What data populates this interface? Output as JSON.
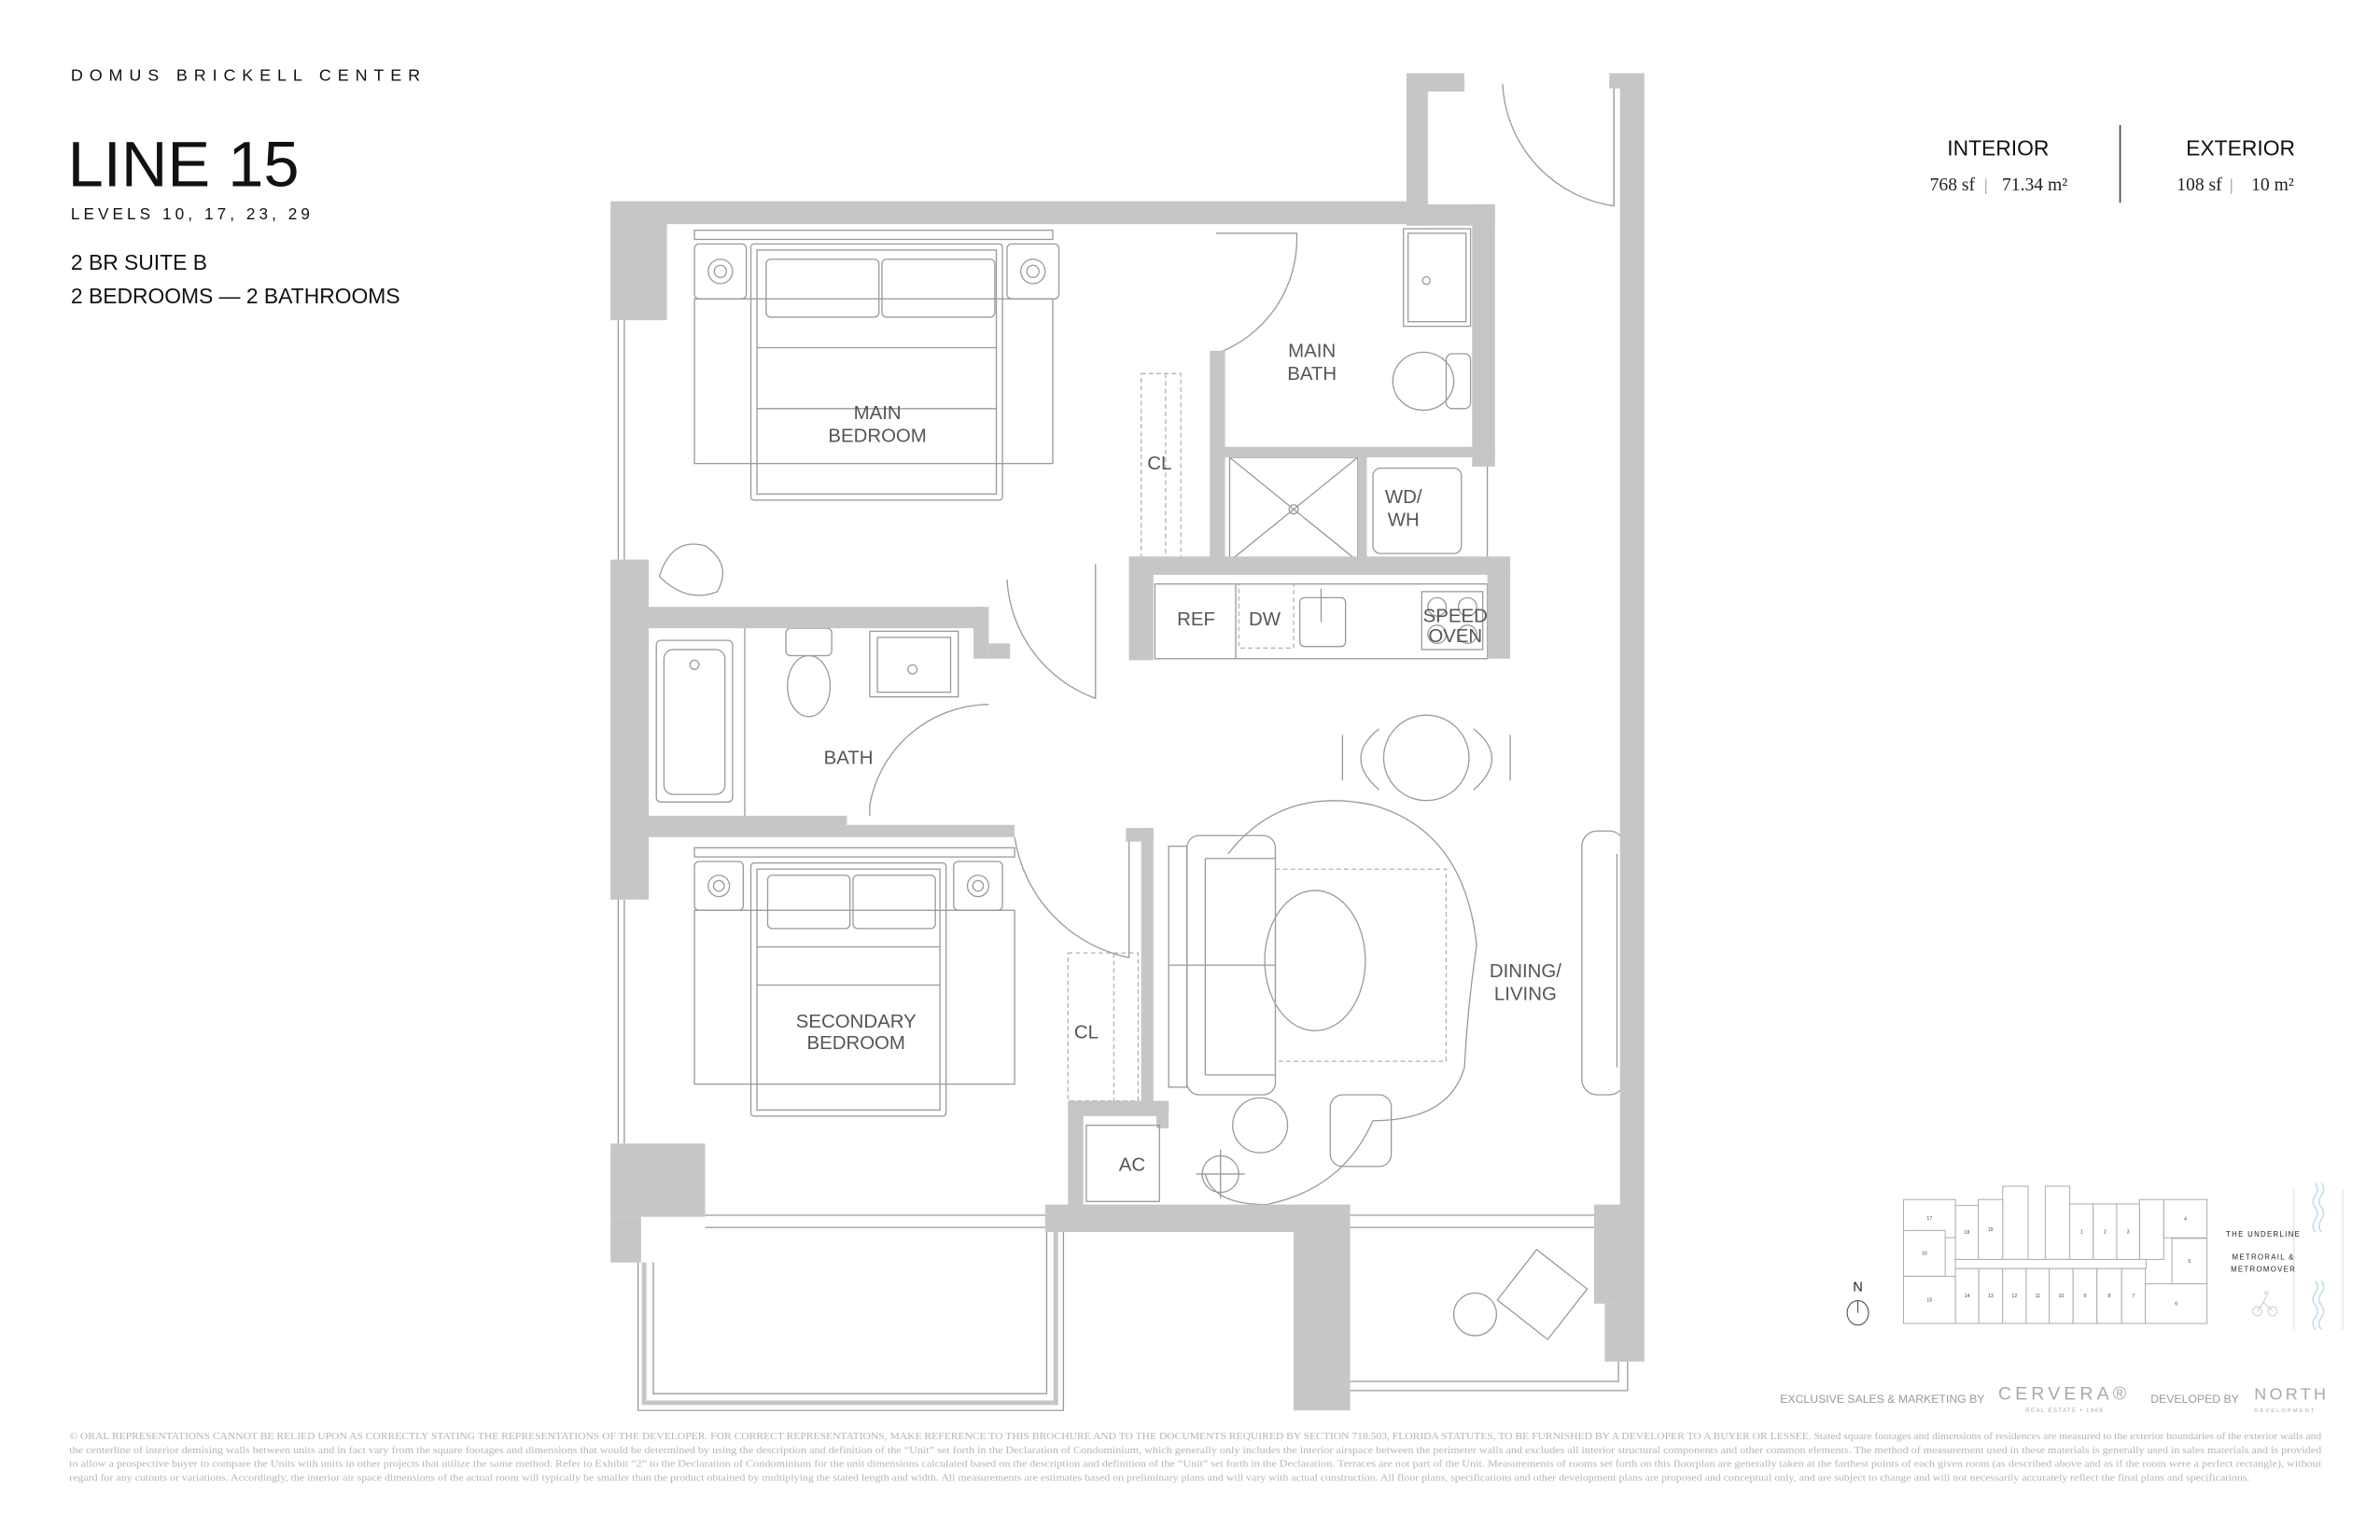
{
  "header": {
    "project": "DOMUS BRICKELL CENTER",
    "line_title": "LINE 15",
    "levels": "LEVELS 10, 17, 23, 29",
    "suite": "2 BR SUITE B",
    "rooms_summary": "2 BEDROOMS — 2 BATHROOMS"
  },
  "areas": {
    "interior": {
      "label": "INTERIOR",
      "sf": "768 sf",
      "sep": "|",
      "m2": "71.34 m²"
    },
    "exterior": {
      "label": "EXTERIOR",
      "sf": "108 sf",
      "sep": "|",
      "m2": "10 m²"
    }
  },
  "rooms": {
    "main_bedroom": [
      "MAIN",
      "BEDROOM"
    ],
    "main_bath": [
      "MAIN",
      "BATH"
    ],
    "closet_1": "CL",
    "wd_wh": [
      "WD/",
      "WH"
    ],
    "ref": "REF",
    "dw": "DW",
    "speed_oven": [
      "SPEED",
      "OVEN"
    ],
    "bath": "BATH",
    "dining_living": [
      "DINING/",
      "LIVING"
    ],
    "secondary_bedroom": [
      "SECONDARY",
      "BEDROOM"
    ],
    "closet_2": "CL",
    "ac": "AC"
  },
  "keyplan": {
    "north": "N",
    "highlight_color": "#f6e1dc",
    "highlight_unit": "15",
    "units": [
      "17",
      "18",
      "19",
      "1",
      "2",
      "3",
      "4",
      "16",
      "5",
      "15",
      "14",
      "13",
      "12",
      "11",
      "10",
      "9",
      "8",
      "7",
      "6"
    ],
    "underline": "THE UNDERLINE",
    "metro_1": "METRORAIL &",
    "metro_2": "METROMOVER",
    "bike_icon": "bicycle-icon",
    "water_icon": "wave-icon"
  },
  "credits": {
    "sales_label": "EXCLUSIVE SALES & MARKETING BY",
    "sales_logo": "CERVERA®",
    "sales_logo_sub": "REAL ESTATE • 1969",
    "dev_label": "DEVELOPED BY",
    "dev_logo": "NORTH",
    "dev_logo_sub": "DEVELOPMENT"
  },
  "disclaimer": [
    "© ORAL REPRESENTATIONS CANNOT BE RELIED UPON AS CORRECTLY STATING THE REPRESENTATIONS OF THE DEVELOPER. FOR CORRECT REPRESENTATIONS, MAKE REFERENCE TO THIS BROCHURE AND TO THE DOCUMENTS REQUIRED BY SECTION 718.503, FLORIDA STATUTES, TO BE FURNISHED BY A DEVELOPER TO A BUYER OR LESSEE. Stated square footages and dimensions of residences are measured to the exterior boundaries of the exterior walls and",
    "the centerline of interior demising walls between units and in fact vary from the square footages and dimensions that would be determined by using the description and definition of the “Unit” set forth in the Declaration of Condominium, which generally only includes the interior airspace between the perimeter walls and excludes all interior structural components and other common elements. The method of measurement used in these materials is generally used in sales materials and is provided",
    "to allow a prospective buyer to compare the Units with units in other projects that utilize the same method. Refer to Exhibit “2” to the Declaration of Condominium for the unit dimensions calculated based on the description and definition of the “Unit” set forth in the Declaration. Terraces are not part of the Unit. Measurements of rooms set forth on this floorplan are generally taken at the farthest points of each given room (as described above and as if the room were a perfect rectangle), without",
    "regard for any cutouts or variations. Accordingly, the interior air space dimensions of the actual room will typically be smaller than the product obtained by multiplying the stated length and width. All measurements are estimates based on preliminary plans and will vary with actual construction. All floor plans, specifications and other development plans are proposed and conceptual only, and are subject to change and will not necessarily accurately reflect the final plans and specifications."
  ]
}
